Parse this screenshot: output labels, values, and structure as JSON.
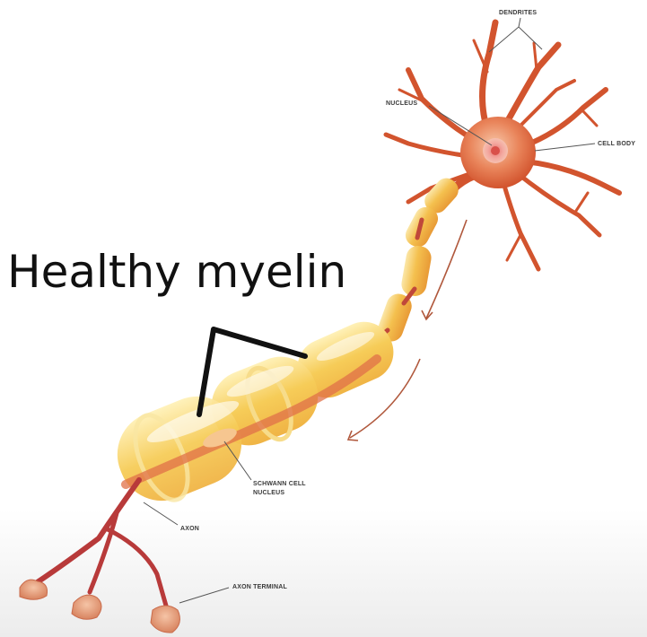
{
  "title": "Healthy myelin",
  "labels": {
    "dendrites": "DENDRITES",
    "nucleus": "NUCLEUS",
    "cell_body": "CELL BODY",
    "schwann_line1": "SCHWANN CELL",
    "schwann_line2": "NUCLEUS",
    "axon": "AXON",
    "axon_terminal": "AXON TERMINAL"
  },
  "colors": {
    "neuron": "#d2542e",
    "myelin": "#f2b640",
    "axon": "#b83a3a",
    "terminal": "#e0a080",
    "arrow": "#b0583c"
  }
}
